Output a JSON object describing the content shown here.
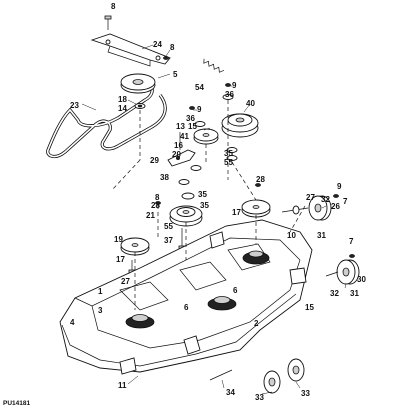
{
  "figure": {
    "reference_code": "PU14181",
    "callouts": [
      {
        "id": "c-8-top",
        "label": "8"
      },
      {
        "id": "c-24",
        "label": "24"
      },
      {
        "id": "c-8-b",
        "label": "8"
      },
      {
        "id": "c-5",
        "label": "5"
      },
      {
        "id": "c-54",
        "label": "54"
      },
      {
        "id": "c-9-a",
        "label": "9"
      },
      {
        "id": "c-36-a",
        "label": "36"
      },
      {
        "id": "c-40",
        "label": "40"
      },
      {
        "id": "c-23",
        "label": "23"
      },
      {
        "id": "c-18",
        "label": "18"
      },
      {
        "id": "c-14",
        "label": "14"
      },
      {
        "id": "c-9-b",
        "label": "9"
      },
      {
        "id": "c-36-b",
        "label": "36"
      },
      {
        "id": "c-13",
        "label": "13"
      },
      {
        "id": "c-15",
        "label": "15"
      },
      {
        "id": "c-41",
        "label": "41"
      },
      {
        "id": "c-16",
        "label": "16"
      },
      {
        "id": "c-20",
        "label": "20"
      },
      {
        "id": "c-29",
        "label": "29"
      },
      {
        "id": "c-35-a",
        "label": "35"
      },
      {
        "id": "c-55-a",
        "label": "55"
      },
      {
        "id": "c-38",
        "label": "38"
      },
      {
        "id": "c-35-b",
        "label": "35"
      },
      {
        "id": "c-28-a",
        "label": "28"
      },
      {
        "id": "c-9-c",
        "label": "9"
      },
      {
        "id": "c-27-a",
        "label": "27"
      },
      {
        "id": "c-8-c",
        "label": "8"
      },
      {
        "id": "c-28-b",
        "label": "28"
      },
      {
        "id": "c-35-c",
        "label": "35"
      },
      {
        "id": "c-21",
        "label": "21"
      },
      {
        "id": "c-17-a",
        "label": "17"
      },
      {
        "id": "c-32-a",
        "label": "32"
      },
      {
        "id": "c-26",
        "label": "26"
      },
      {
        "id": "c-7-a",
        "label": "7"
      },
      {
        "id": "c-10",
        "label": "10"
      },
      {
        "id": "c-31-a",
        "label": "31"
      },
      {
        "id": "c-55-b",
        "label": "55"
      },
      {
        "id": "c-37",
        "label": "37"
      },
      {
        "id": "c-19",
        "label": "19"
      },
      {
        "id": "c-7-b",
        "label": "7"
      },
      {
        "id": "c-17-b",
        "label": "17"
      },
      {
        "id": "c-27-b",
        "label": "27"
      },
      {
        "id": "c-30",
        "label": "30"
      },
      {
        "id": "c-32-b",
        "label": "32"
      },
      {
        "id": "c-31-b",
        "label": "31"
      },
      {
        "id": "c-6-a",
        "label": "6"
      },
      {
        "id": "c-6-b",
        "label": "6"
      },
      {
        "id": "c-15-b",
        "label": "15"
      },
      {
        "id": "c-1",
        "label": "1"
      },
      {
        "id": "c-3",
        "label": "3"
      },
      {
        "id": "c-4",
        "label": "4"
      },
      {
        "id": "c-2",
        "label": "2"
      },
      {
        "id": "c-11",
        "label": "11"
      },
      {
        "id": "c-34",
        "label": "34"
      },
      {
        "id": "c-33-a",
        "label": "33"
      },
      {
        "id": "c-33-b",
        "label": "33"
      }
    ]
  }
}
